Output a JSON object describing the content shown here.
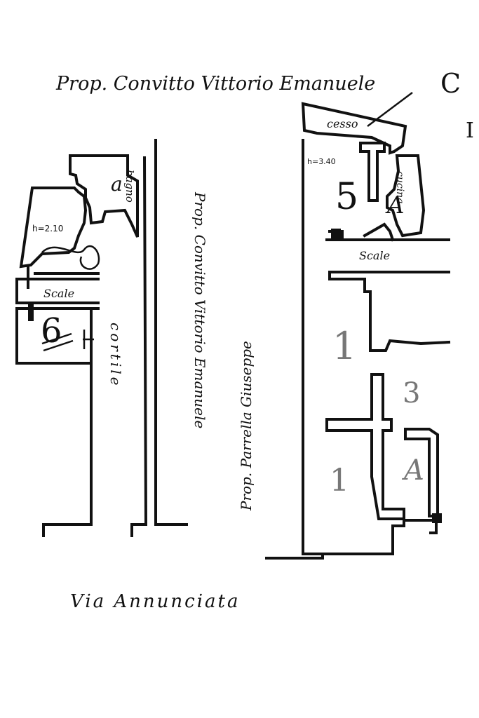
{
  "labels": {
    "top_owner": "Prop. Convitto Vittorio Emanuele",
    "corner_letter": "C",
    "edge_letter": "I",
    "cesso": "cesso",
    "height_5": "h=3.40",
    "room_5": "5",
    "cucina": "cucina",
    "room_A_top": "A",
    "scale_right": "Scale",
    "room_1_top": "1",
    "room_3": "3",
    "room_1_bottom": "1",
    "room_A_bottom": "A",
    "owner_vertical": "Prop. Convitto Vittorio Emanuele",
    "parrella_vertical": "Prop. Parrella Giuseppe",
    "cortile": "cortile",
    "bagno": "bagno",
    "room_a": "a",
    "height_left": "h=2.10",
    "scale_left": "Scale",
    "room_6": "6",
    "street": "Via Annunciata"
  }
}
